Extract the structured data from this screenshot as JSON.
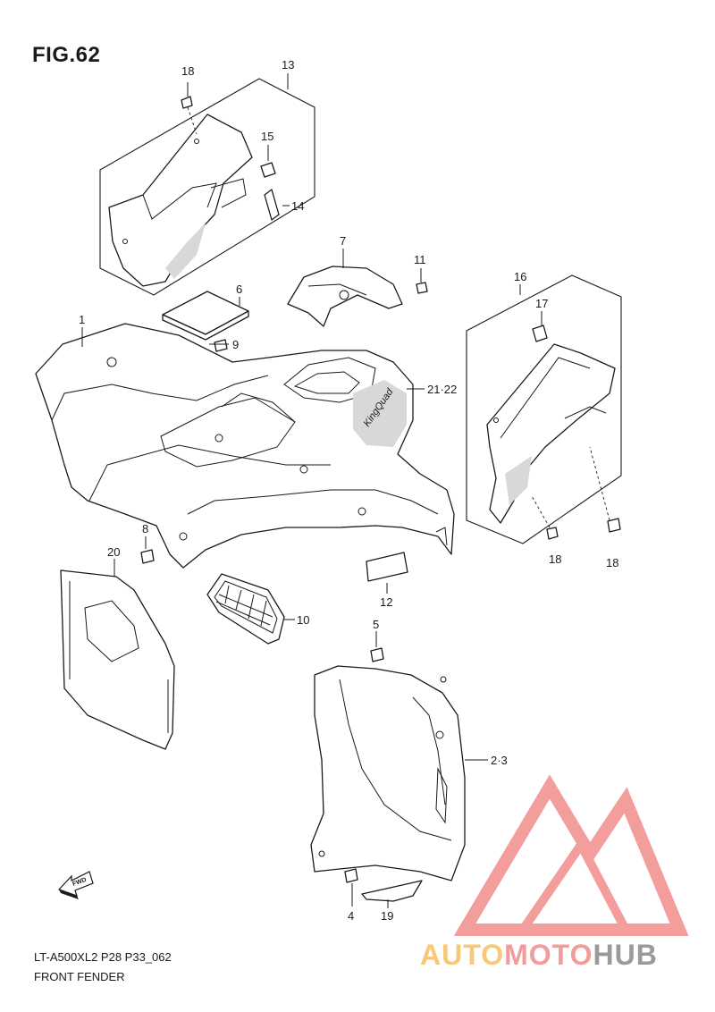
{
  "figure": {
    "title": "FIG.62"
  },
  "footer": {
    "model_code": "LT-A500XL2 P28 P33_062",
    "section_name": "FRONT FENDER"
  },
  "fwd_label": "FWD",
  "callouts": [
    {
      "id": "c18a",
      "label": "18"
    },
    {
      "id": "c13",
      "label": "13"
    },
    {
      "id": "c15",
      "label": "15"
    },
    {
      "id": "c14",
      "label": "14"
    },
    {
      "id": "c7",
      "label": "7"
    },
    {
      "id": "c11",
      "label": "11"
    },
    {
      "id": "c16",
      "label": "16"
    },
    {
      "id": "c17",
      "label": "17"
    },
    {
      "id": "c6",
      "label": "6"
    },
    {
      "id": "c1",
      "label": "1"
    },
    {
      "id": "c9",
      "label": "9"
    },
    {
      "id": "c21",
      "label": "21·22"
    },
    {
      "id": "c8",
      "label": "8"
    },
    {
      "id": "c20",
      "label": "20"
    },
    {
      "id": "c18b",
      "label": "18"
    },
    {
      "id": "c18c",
      "label": "18"
    },
    {
      "id": "c12",
      "label": "12"
    },
    {
      "id": "c10",
      "label": "10"
    },
    {
      "id": "c5",
      "label": "5"
    },
    {
      "id": "c23",
      "label": "2·3"
    },
    {
      "id": "c4",
      "label": "4"
    },
    {
      "id": "c19",
      "label": "19"
    }
  ],
  "watermark": {
    "part1": "AUTO",
    "part2": "MOTO",
    "part3": "HUB",
    "colors": {
      "auto": "#f6c878",
      "moto": "#f29c9c",
      "hub": "#9a9a9a",
      "logo": "#f28d8d"
    }
  }
}
